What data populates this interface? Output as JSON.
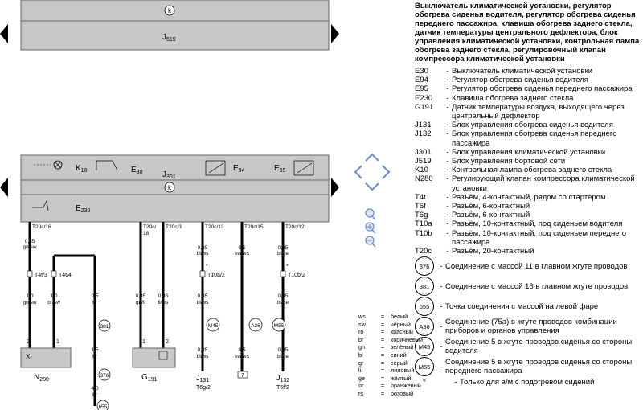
{
  "legend": {
    "title": "Выключатель климатической установки, регулятор обогрева сиденья водителя, регулятор обогрева сиденья переднего пассажира, клавиша обогрева заднего стекла, датчик температуры центрального дефлектора, блок управления климатической установки, контрольная лампа обогрева заднего стекла, регулировочный клапан компрессора климатической установки",
    "items": [
      {
        "code": "E30",
        "desc": "Выключатель климатической установки"
      },
      {
        "code": "E94",
        "desc": "Регулятор обогрева сиденья водителя"
      },
      {
        "code": "E95",
        "desc": "Регулятор обогрева сиденья переднего пассажира"
      },
      {
        "code": "E230",
        "desc": "Клавиша обогрева заднего стекла"
      },
      {
        "code": "G191",
        "desc": "Датчик температуры воздуха, выходящего через центральный дефлектор"
      },
      {
        "code": "J131",
        "desc": "Блок управления обогрева сиденья водителя"
      },
      {
        "code": "J132",
        "desc": "Блок управления обогрева сиденья переднего пассажира"
      },
      {
        "code": "J301",
        "desc": "Блок управления климатической установки"
      },
      {
        "code": "J519",
        "desc": "Блок управления бортовой сети"
      },
      {
        "code": "K10",
        "desc": "Контрольная лампа обогрева заднего стекла"
      },
      {
        "code": "N280",
        "desc": "Регулирующий клапан компрессора климатической установки"
      },
      {
        "code": "T4t",
        "desc": "Разъём, 4-контактный, рядом со стартером"
      },
      {
        "code": "T6f",
        "desc": "Разъём, 6-контактный"
      },
      {
        "code": "T6g",
        "desc": "Разъём, 6-контактный"
      },
      {
        "code": "T10a",
        "desc": "Разъём, 10-контактный, под сиденьем водителя"
      },
      {
        "code": "T10b",
        "desc": "Разъём, 10-контактный, под сиденьем переднего пассажира"
      },
      {
        "code": "T20c",
        "desc": "Разъём, 20-контактный"
      }
    ],
    "circle_items": [
      {
        "code": "376",
        "desc": "Соединение с массой 11 в главном жгуте проводов"
      },
      {
        "code": "381",
        "desc": "Соединение с массой 16 в главном жгуте проводов"
      },
      {
        "code": "655",
        "desc": "Точка соединения с массой на левой фаре"
      },
      {
        "code": "A36",
        "desc": "Соединение (75a) в жгуте проводов комбинации приборов и органов управления"
      },
      {
        "code": "M45",
        "desc": "Соединение 5 в жгуте проводов сиденья со стороны водителя"
      },
      {
        "code": "M55",
        "desc": "Соединение 5 в жгуте проводов сиденья со стороны переднего пассажира"
      }
    ],
    "footnote": {
      "mark": "*",
      "desc": "Только для а/м с подогревом сидений"
    }
  },
  "colors": [
    {
      "code": "ws",
      "name": "белый"
    },
    {
      "code": "sw",
      "name": "чёрный"
    },
    {
      "code": "ro",
      "name": "красный"
    },
    {
      "code": "br",
      "name": "коричневый"
    },
    {
      "code": "gn",
      "name": "зелёный"
    },
    {
      "code": "bl",
      "name": "синий"
    },
    {
      "code": "gr",
      "name": "серый"
    },
    {
      "code": "li",
      "name": "лиловый"
    },
    {
      "code": "ge",
      "name": "жёлтый"
    },
    {
      "code": "or",
      "name": "оранжевый"
    },
    {
      "code": "rs",
      "name": "розовый"
    }
  ],
  "diagram": {
    "ground_symbol": "k",
    "top_unit": {
      "label": "J",
      "sub": "519"
    },
    "main_unit": {
      "label": "J",
      "sub": "301"
    },
    "k10": {
      "label": "K",
      "sub": "10"
    },
    "e30": {
      "label": "E",
      "sub": "30"
    },
    "e94": {
      "label": "E",
      "sub": "94"
    },
    "e95": {
      "label": "E",
      "sub": "95"
    },
    "e230": {
      "label": "E",
      "sub": "230"
    },
    "pins": {
      "t20c16": "T20c/16",
      "t20c18": "T20c/",
      "t20c18b": "18",
      "t20c3": "T20c/3",
      "t20c13": "T20c/13",
      "t20c15": "T20c/15",
      "t20c12": "T20c/12"
    },
    "wires": {
      "w1a": "0,35",
      "w1b": "gn/sw",
      "w2a": "1,0",
      "w2b": "gn/sw",
      "w3a": "1,0",
      "w3b": "br/sw",
      "w4a": "0,5",
      "w4b": "br",
      "w5a": "1,5",
      "w5b": "br",
      "w6a": "4,0",
      "w6b": "br",
      "w7a": "0,35",
      "w7b": "gn/li",
      "w8a": "0,35",
      "w8b": "li/ws",
      "w9a": "0,35",
      "w9b": "bl/ws",
      "w10a": "0,35",
      "w10b": "bl/ws",
      "w11a": "0,35",
      "w11b": "bl/ws",
      "w12a": "0,5",
      "w12b": "sw/ws",
      "w13a": "0,5",
      "w13b": "sw/ws",
      "w14a": "0,35",
      "w14b": "bl/ge",
      "w15a": "0,35",
      "w15b": "bl/ge",
      "w16a": "0,35",
      "w16b": "bl/ge"
    },
    "conn": {
      "t4t3": "T4t/3",
      "t4t4": "T4t/4",
      "t10a2": "T10a/2",
      "t10b2": "T10b/2",
      "star": "*"
    },
    "circles": {
      "c381": "381",
      "c376": "376",
      "c655": "655",
      "m45": "M45",
      "a36": "A36",
      "m55": "M55"
    },
    "comp": {
      "n280": "N",
      "n280s": "280",
      "g191": "G",
      "g191s": "191",
      "j131": "J",
      "j131s": "131",
      "j131c": "T6g/2",
      "j132": "J",
      "j132s": "132",
      "j132c": "T6f/2",
      "box7": "7",
      "pin2": "2",
      "pin1": "1",
      "pinA": "1",
      "pinB": "2",
      "x1": "X",
      "x1s": "1"
    }
  }
}
